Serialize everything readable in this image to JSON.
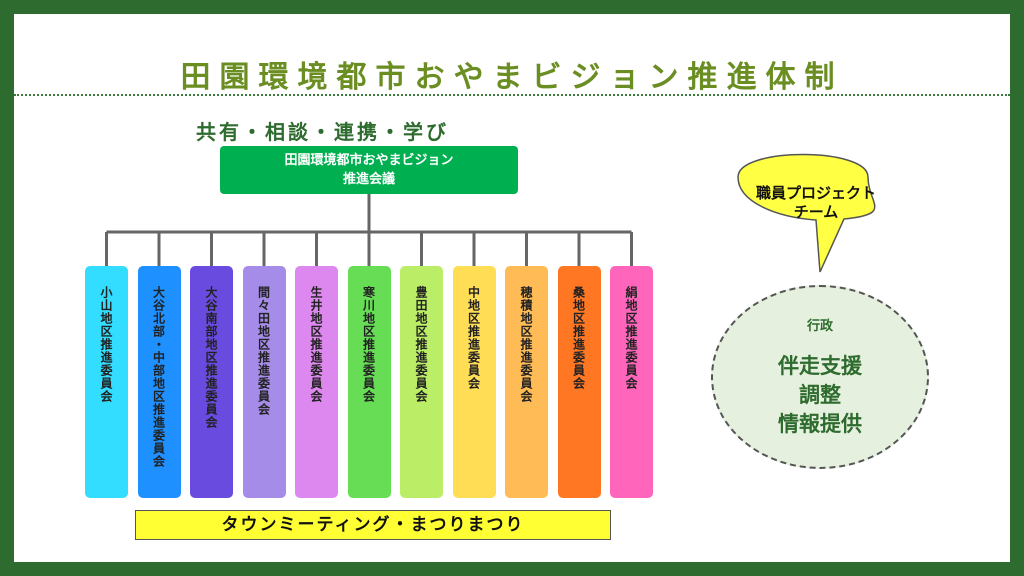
{
  "title": "田園環境都市おやまビジョン推進体制",
  "subtitle": "共有・相談・連携・学び",
  "council": {
    "line1": "田園環境都市おやまビジョン",
    "line2": "推進会議"
  },
  "committees": [
    {
      "label": "小山地区推進委員会",
      "color": "#33ddff"
    },
    {
      "label": "大谷北部・中部地区推進委員会",
      "color": "#1e90ff"
    },
    {
      "label": "大谷南部地区推進委員会",
      "color": "#6a4be0"
    },
    {
      "label": "間々田地区推進委員会",
      "color": "#a58ce8"
    },
    {
      "label": "生井地区推進委員会",
      "color": "#dd88ee"
    },
    {
      "label": "寒川地区推進委員会",
      "color": "#66dd55"
    },
    {
      "label": "豊田地区推進委員会",
      "color": "#bbee66"
    },
    {
      "label": "中地区推進委員会",
      "color": "#ffdd55"
    },
    {
      "label": "穂積地区推進委員会",
      "color": "#ffbb55"
    },
    {
      "label": "桑地区推進委員会",
      "color": "#ff7722"
    },
    {
      "label": "絹地区推進委員会",
      "color": "#ff66bb"
    }
  ],
  "banner": "タウンミーティング・まつりまつり",
  "project_team": {
    "line1": "職員プロジェクト",
    "line2": "チーム"
  },
  "admin": {
    "label": "行政",
    "support1": "伴走支援",
    "support2": "調整",
    "support3": "情報提供"
  },
  "colors": {
    "frame": "#2e6b2e",
    "title": "#6b8e23",
    "council": "#00b050",
    "banner": "#ffff33",
    "bubble": "#ffff44",
    "admin_fill": "#e6f0de"
  }
}
